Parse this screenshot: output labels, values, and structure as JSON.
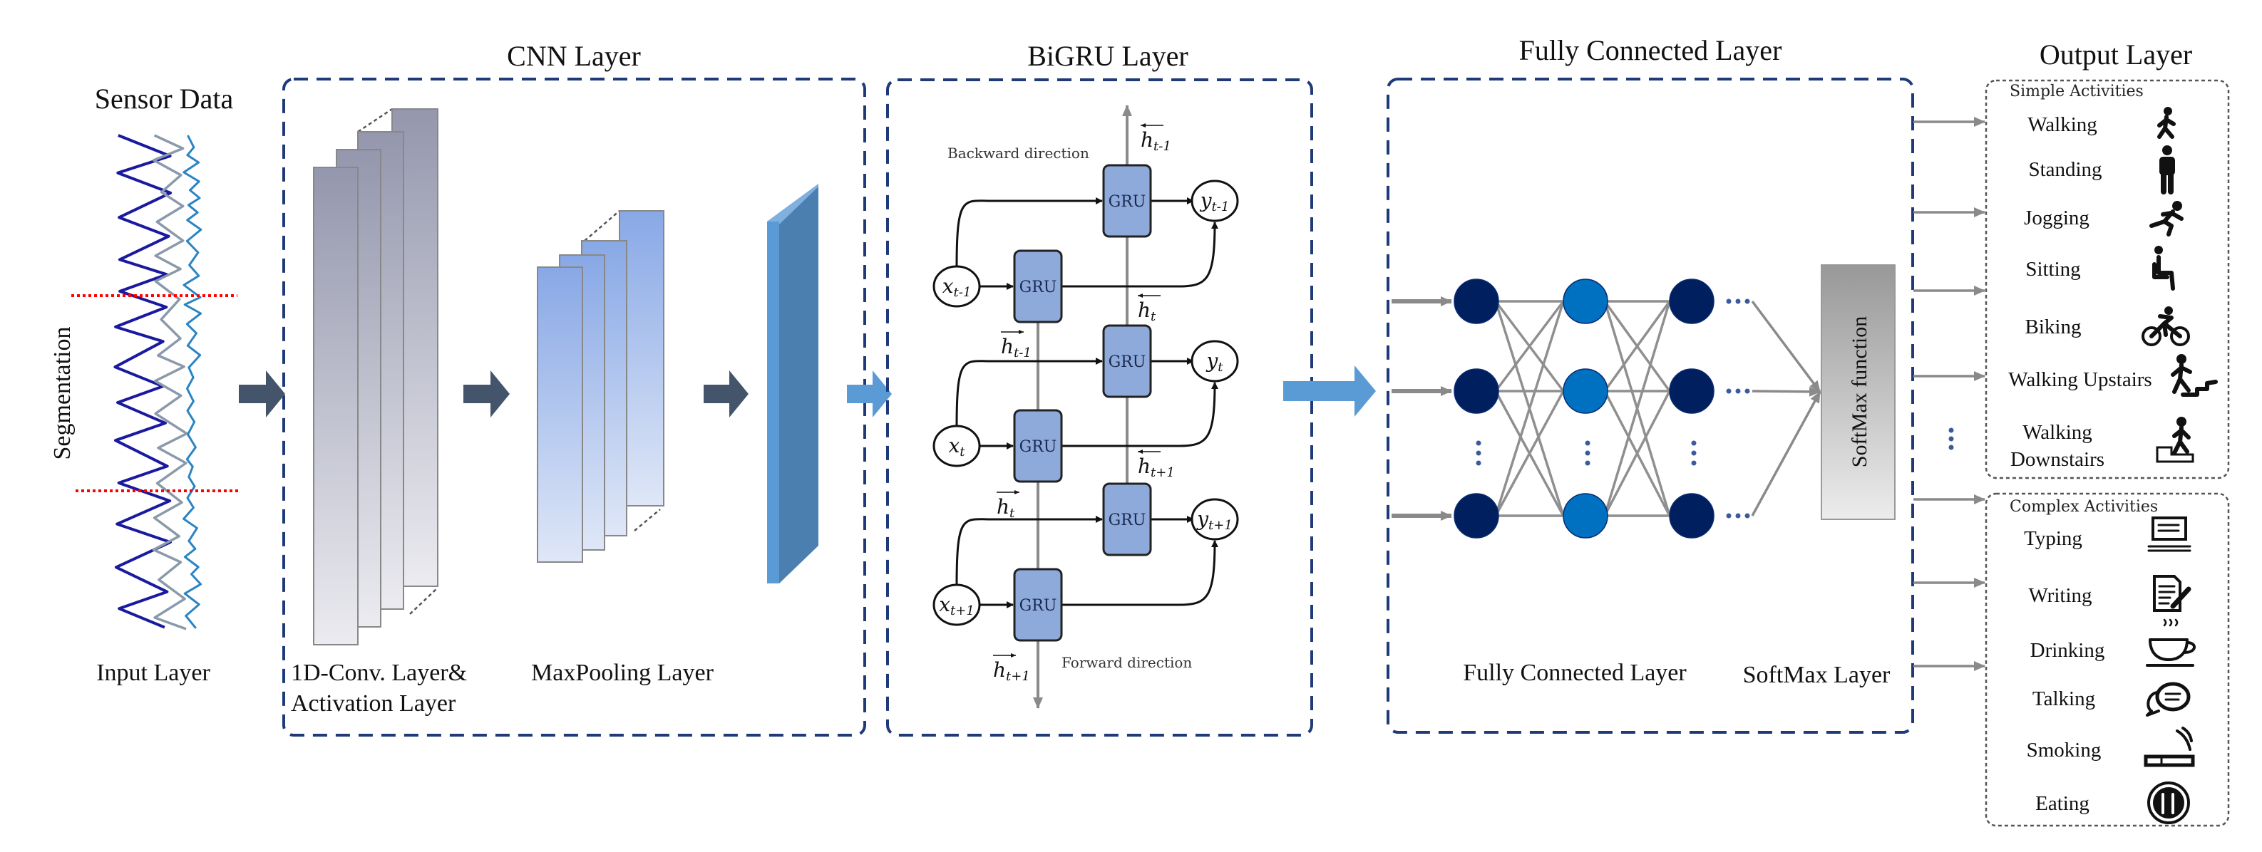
{
  "input": {
    "title": "Sensor Data",
    "segmentation": "Segmentation",
    "label": "Input Layer"
  },
  "cnn": {
    "title": "CNN Layer",
    "conv_label_1": "1D-Conv. Layer&",
    "conv_label_2": "Activation Layer",
    "pool_label": "MaxPooling Layer"
  },
  "bigru": {
    "title": "BiGRU Layer",
    "backward": "Backward direction",
    "forward": "Forward direction",
    "unit": "GRU",
    "x": [
      {
        "b": "x",
        "s": "t-1"
      },
      {
        "b": "x",
        "s": "t"
      },
      {
        "b": "x",
        "s": "t+1"
      }
    ],
    "y": [
      {
        "b": "y",
        "s": "t-1"
      },
      {
        "b": "y",
        "s": "t"
      },
      {
        "b": "y",
        "s": "t+1"
      }
    ],
    "h_back": [
      {
        "b": "h",
        "s": "t-1"
      },
      {
        "b": "h",
        "s": "t"
      },
      {
        "b": "h",
        "s": "t+1"
      }
    ],
    "h_fwd": [
      {
        "b": "h",
        "s": "t-1"
      },
      {
        "b": "h",
        "s": "t"
      },
      {
        "b": "h",
        "s": "t+1"
      }
    ]
  },
  "fc": {
    "title": "Fully Connected Layer",
    "fc_label": "Fully Connected Layer",
    "softmax_label": "SoftMax Layer",
    "softmax_box": "SoftMax function"
  },
  "output": {
    "title": "Output Layer",
    "simple_title": "Simple Activities",
    "simple": [
      {
        "label": "Walking",
        "icon": "walking-icon"
      },
      {
        "label": "Standing",
        "icon": "standing-icon"
      },
      {
        "label": "Jogging",
        "icon": "jogging-icon"
      },
      {
        "label": "Sitting",
        "icon": "sitting-icon"
      },
      {
        "label": "Biking",
        "icon": "biking-icon"
      },
      {
        "label": "Walking Upstairs",
        "icon": "walking-upstairs-icon"
      },
      {
        "label": "Walking",
        "label2": "Downstairs",
        "icon": "walking-downstairs-icon"
      }
    ],
    "complex_title": "Complex Activities",
    "complex": [
      {
        "label": "Typing",
        "icon": "typing-icon"
      },
      {
        "label": "Writing",
        "icon": "writing-icon"
      },
      {
        "label": "Drinking",
        "icon": "drinking-icon"
      },
      {
        "label": "Talking",
        "icon": "talking-icon"
      },
      {
        "label": "Smoking",
        "icon": "smoking-icon"
      },
      {
        "label": "Eating",
        "icon": "eating-icon"
      }
    ]
  },
  "colors": {
    "box_border": "#1f3a78",
    "dark_arrow": "#44546a",
    "blue_arrow": "#5b9bd5",
    "gru_fill": "#8eaadb",
    "node_dark": "#001f5f",
    "node_light": "#0070c0",
    "segment_line": "#ff0000"
  }
}
